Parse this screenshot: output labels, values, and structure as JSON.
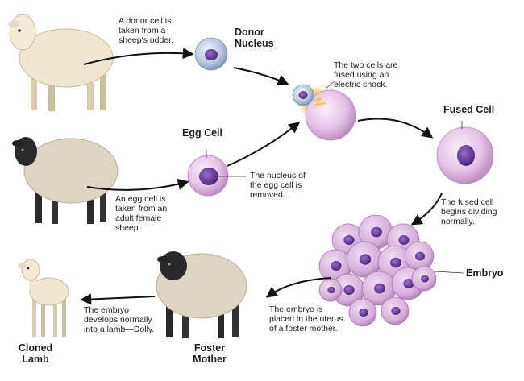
{
  "labels": {
    "donor_nucleus": "Donor\nNucleus",
    "egg_cell": "Egg Cell",
    "fused_cell": "Fused Cell",
    "embryo": "Embryo",
    "foster_mother": "Foster\nMother",
    "cloned_lamb": "Cloned\nLamb"
  },
  "captions": {
    "donor_cell": "A donor cell is\ntaken from a\nsheep's udder.",
    "electric_shock": "The two cells are\nfused using an\nelectric shock.",
    "egg_nucleus": "The nucleus of\nthe egg cell is\nremoved.",
    "egg_taken": "An egg cell is\ntaken from an\nadult female\nsheep.",
    "fused_divides": "The fused cell\nbegins dividing\nnormally.",
    "embryo_placed": "The embryo is\nplaced in the uterus\nof a foster mother.",
    "lamb_develops": "The embryo\ndevelops normally\ninto a lamb—Dolly."
  },
  "colors": {
    "arrow": "#111111",
    "cell_pink": "#e6c3e8",
    "nucleus_purple": "#6f3fa0",
    "donor_cell_blue": "#b7c6de",
    "spark": "#f5c542",
    "wool_white": "#efe6cf",
    "wool_fleece": "#ddd5c2",
    "sheep_face_black": "#2a2a2a"
  }
}
